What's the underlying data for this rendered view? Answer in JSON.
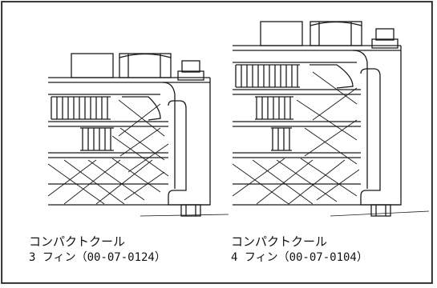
{
  "figures": [
    {
      "product_name": "コンパクトクール",
      "variant": "3 フィン（00-07-0124）"
    },
    {
      "product_name": "コンパクトクール",
      "variant": "4 フィン（00-07-0104）"
    }
  ],
  "colors": {
    "line": "#1a1a1a",
    "background": "#ffffff"
  }
}
